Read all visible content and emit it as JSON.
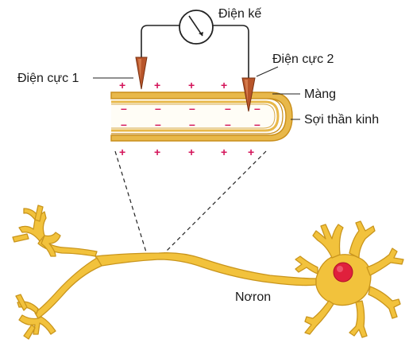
{
  "labels": {
    "meter": "Điện kế",
    "electrode1": "Điện cực 1",
    "electrode2": "Điện cực 2",
    "membrane": "Màng",
    "nerve_fiber": "Sợi thần kinh",
    "neuron": "Nơron"
  },
  "signs": {
    "plus": "+",
    "minus": "–"
  },
  "colors": {
    "membrane": "#e8b84a",
    "membrane_dark": "#c98e1a",
    "neuron_fill": "#f2c23c",
    "neuron_outline": "#c9951c",
    "nucleus": "#e0203c",
    "electrode": "#b8552a",
    "sign": "#d4145a"
  }
}
